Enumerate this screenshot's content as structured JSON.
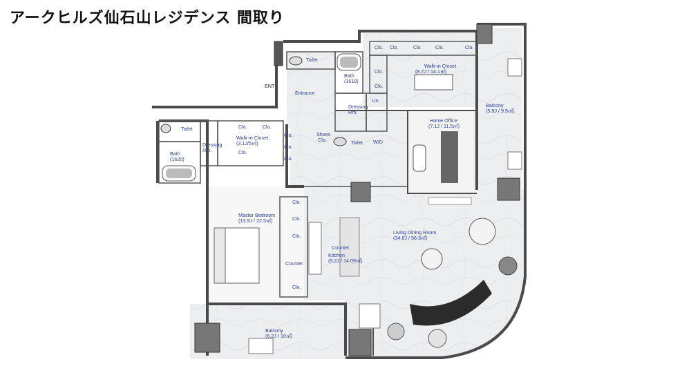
{
  "title": "アークヒルズ仙石山レジデンス 間取り",
  "rooms": {
    "toilet_top": "Toilet",
    "entrance": "Entrance",
    "ent": "ENT",
    "bath_top_name": "Bath",
    "bath_top_size": "(1618)",
    "dressing_top_1": "Dressing",
    "dressing_top_2": "Rm.",
    "lin": "Lin.",
    "shoes_1": "Shoes",
    "shoes_2": "Clo.",
    "toilet_mid": "Toilet",
    "wd": "W/D",
    "wic_top_name": "Walk-in Closet",
    "wic_top_size": "(8.7J / 14.1㎡)",
    "home_office_name": "Home Office",
    "home_office_size": "(7.1J / 11.5㎡)",
    "balcony_right_name": "Balcony",
    "balcony_right_size": "(5.8J / 9.5㎡)",
    "toilet_left": "Toilet",
    "bath_left_name": "Bath",
    "bath_left_size": "(1620)",
    "dressing_left_1": "Dressing",
    "dressing_left_2": "Rm.",
    "wic_left_name": "Walk-in Closet",
    "wic_left_size": "(3.1J/5㎡)",
    "master_name": "Master Bedroom",
    "master_size": "(13.9J / 22.5㎡)",
    "kitchen_name": "Kitchen",
    "kitchen_size": "(9.2J / 14.09㎡)",
    "counter_a": "Counter",
    "counter_b": "Counter",
    "ldr_name": "Living Dining Room",
    "ldr_size": "(34.8J / 56.3㎡)",
    "balcony_bottom_name": "Balcony",
    "balcony_bottom_size": "(6.2J / 10㎡)"
  },
  "closets": {
    "top_row": [
      "Clo.",
      "Clo.",
      "Clo.",
      "Clo.",
      "Clo."
    ],
    "top_col": [
      "Clo.",
      "Clo."
    ],
    "left_row": [
      "Clo.",
      "Clo."
    ],
    "left_col": [
      "Clo.",
      "Clo.",
      "Clo."
    ],
    "left_small": "Clo.",
    "kitchen_col": [
      "Clo.",
      "Clo.",
      "Clo.",
      "Clo."
    ]
  },
  "colors": {
    "wall": "#4a4a4a",
    "floor_marble": "#eef0f2",
    "label": "#2a3f9c",
    "sofa": "#2b2b2b"
  }
}
